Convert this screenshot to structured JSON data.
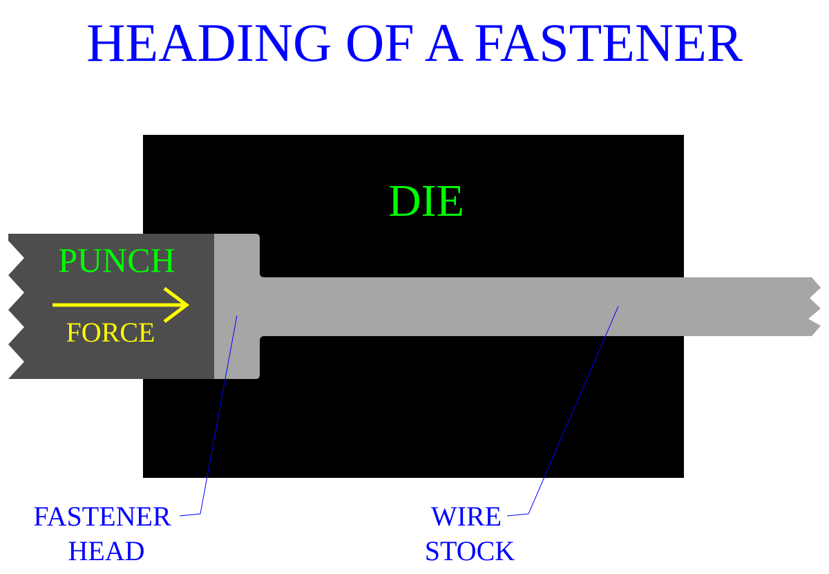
{
  "title": "HEADING OF A FASTENER",
  "labels": {
    "die": "DIE",
    "punch": "PUNCH",
    "force": "FORCE",
    "fastener_head_line1": "FASTENER",
    "fastener_head_line2": "HEAD",
    "wire_stock_line1": "WIRE",
    "wire_stock_line2": "STOCK"
  },
  "colors": {
    "title": "#0000ff",
    "die_fill": "#000000",
    "die_label": "#00ff00",
    "punch_fill": "#4d4d4d",
    "punch_label": "#00ff00",
    "force_arrow": "#ffff00",
    "force_label": "#ffff00",
    "wire_fill": "#a6a6a6",
    "callout": "#0000ff"
  }
}
